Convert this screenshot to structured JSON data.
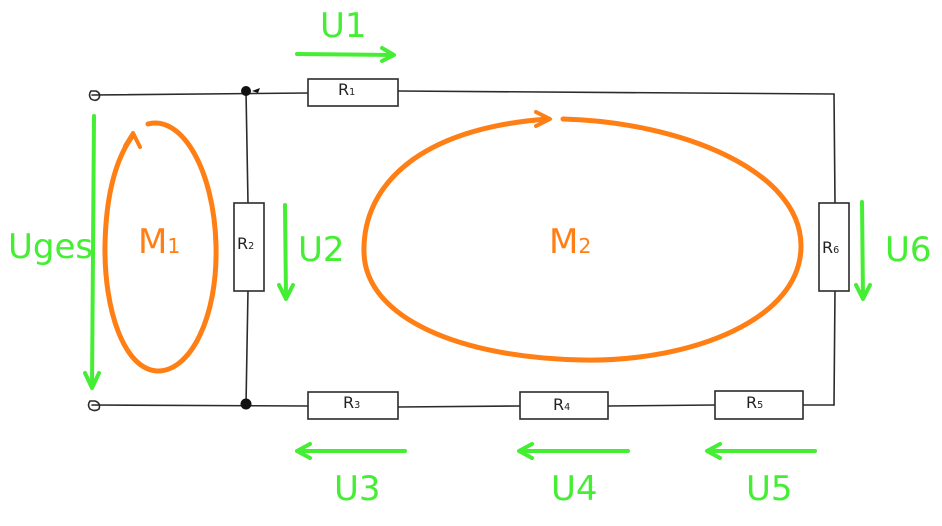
{
  "voltages": {
    "u1": "U1",
    "u2": "U2",
    "u3": "U3",
    "u4": "U4",
    "u5": "U5",
    "u6": "U6",
    "uges": "Uges"
  },
  "meshes": {
    "m1": {
      "base": "M",
      "sub": "1"
    },
    "m2": {
      "base": "M",
      "sub": "2"
    }
  },
  "resistors": {
    "r1": {
      "base": "R",
      "sub": "1"
    },
    "r2": {
      "base": "R",
      "sub": "2"
    },
    "r3": {
      "base": "R",
      "sub": "3"
    },
    "r4": {
      "base": "R",
      "sub": "4"
    },
    "r5": {
      "base": "R",
      "sub": "5"
    },
    "r6": {
      "base": "R",
      "sub": "6"
    }
  },
  "colors": {
    "voltage_arrow": "#44ee33",
    "mesh_loop": "#ff7f15",
    "wire": "#2b2b2b"
  }
}
